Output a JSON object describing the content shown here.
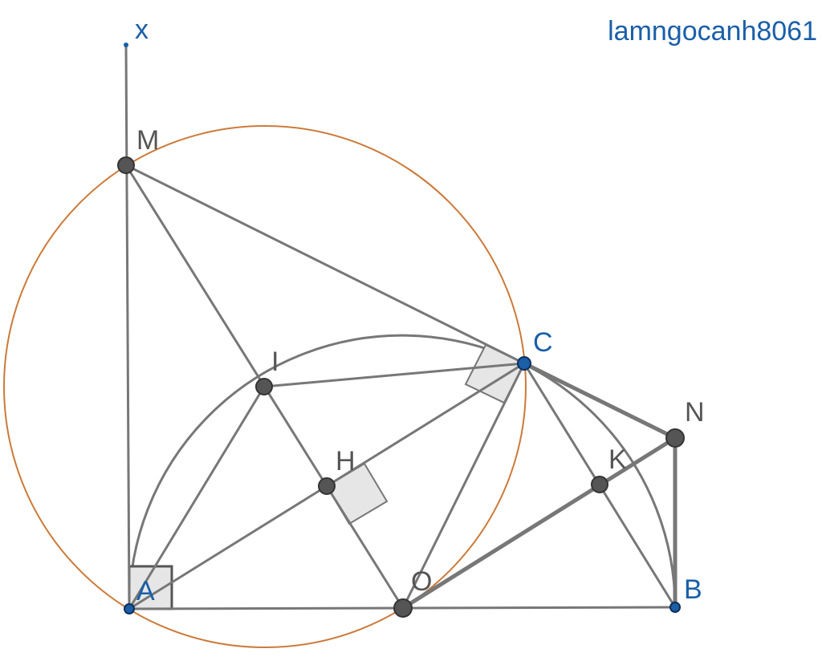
{
  "watermark": "lamngocanh8061",
  "colors": {
    "line": "#777777",
    "circle": "#cc7a3a",
    "point_dark": "#555555",
    "point_blue": "#1a5fa8",
    "right_angle_fill": "#e6e6e6",
    "label_dark": "#555555",
    "label_blue": "#1a5fa8"
  },
  "labels": {
    "x": "x",
    "M": "M",
    "C": "C",
    "I": "I",
    "N": "N",
    "K": "K",
    "H": "H",
    "O": "O",
    "A": "A",
    "B": "B"
  }
}
